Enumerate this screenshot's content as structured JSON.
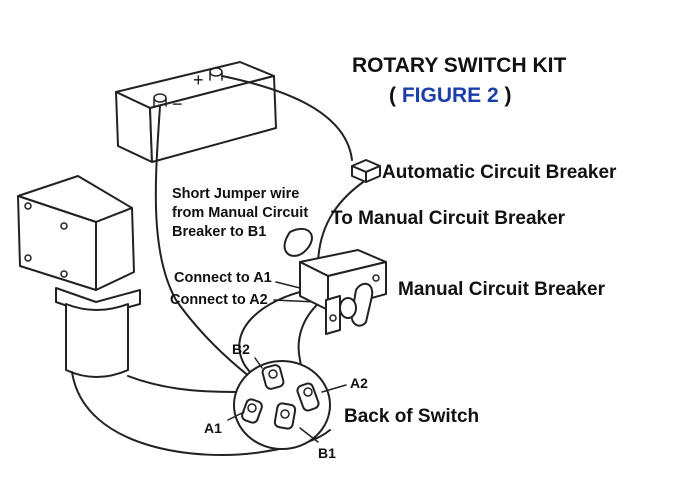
{
  "title": {
    "line1": "ROTARY SWITCH KIT",
    "paren_open": "( ",
    "figure": "FIGURE 2",
    "paren_close": " )",
    "figure_color": "#1a3fa8"
  },
  "labels": {
    "automatic_breaker": "Automatic Circuit Breaker",
    "to_manual_breaker": "To Manual Circuit Breaker",
    "jumper_line1": "Short Jumper wire",
    "jumper_line2": "from Manual Circuit",
    "jumper_line3": "Breaker to B1",
    "connect_a1": "Connect to A1",
    "connect_a2": "Connect to A2",
    "manual_breaker": "Manual Circuit Breaker",
    "back_of_switch": "Back of Switch",
    "b2": "B2",
    "a2": "A2",
    "a1": "A1",
    "b1": "B1",
    "battery_plus": "+",
    "battery_minus": "−"
  },
  "icons": {
    "battery": "battery-icon",
    "motor": "motor-icon",
    "automatic_breaker": "automatic-breaker-icon",
    "manual_breaker": "manual-breaker-icon",
    "rotary_switch": "rotary-switch-back-icon"
  }
}
